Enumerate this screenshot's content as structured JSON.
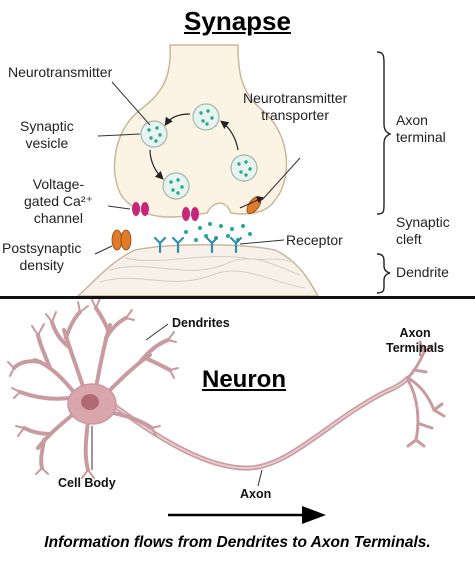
{
  "synapse": {
    "title": "Synapse",
    "labels": {
      "neurotransmitter": "Neurotransmitter",
      "synaptic_vesicle": "Synaptic\nvesicle",
      "voltage_gated": "Voltage-\ngated Ca²⁺\nchannel",
      "postsynaptic_density": "Postsynaptic\ndensity",
      "transporter": "Neurotransmitter\ntransporter",
      "receptor": "Receptor"
    },
    "regions": {
      "axon_terminal": "Axon\nterminal",
      "synaptic_cleft": "Synaptic\ncleft",
      "dendrite": "Dendrite"
    }
  },
  "neuron": {
    "title": "Neuron",
    "labels": {
      "dendrites": "Dendrites",
      "axon_terminals": "Axon\nTerminals",
      "cell_body": "Cell Body",
      "axon": "Axon"
    }
  },
  "caption": "Information flows from Dendrites to Axon Terminals.",
  "colors": {
    "terminal_fill": "#fbf3e4",
    "vesicle_fill": "#e6f3ef",
    "neurotransmitter": "#2aa68c",
    "transporter": "#e07b2a",
    "channel": "#c8267a",
    "receptor": "#2f8fb0",
    "neuron": "#c99aa0",
    "nucleus": "#b06a72"
  }
}
